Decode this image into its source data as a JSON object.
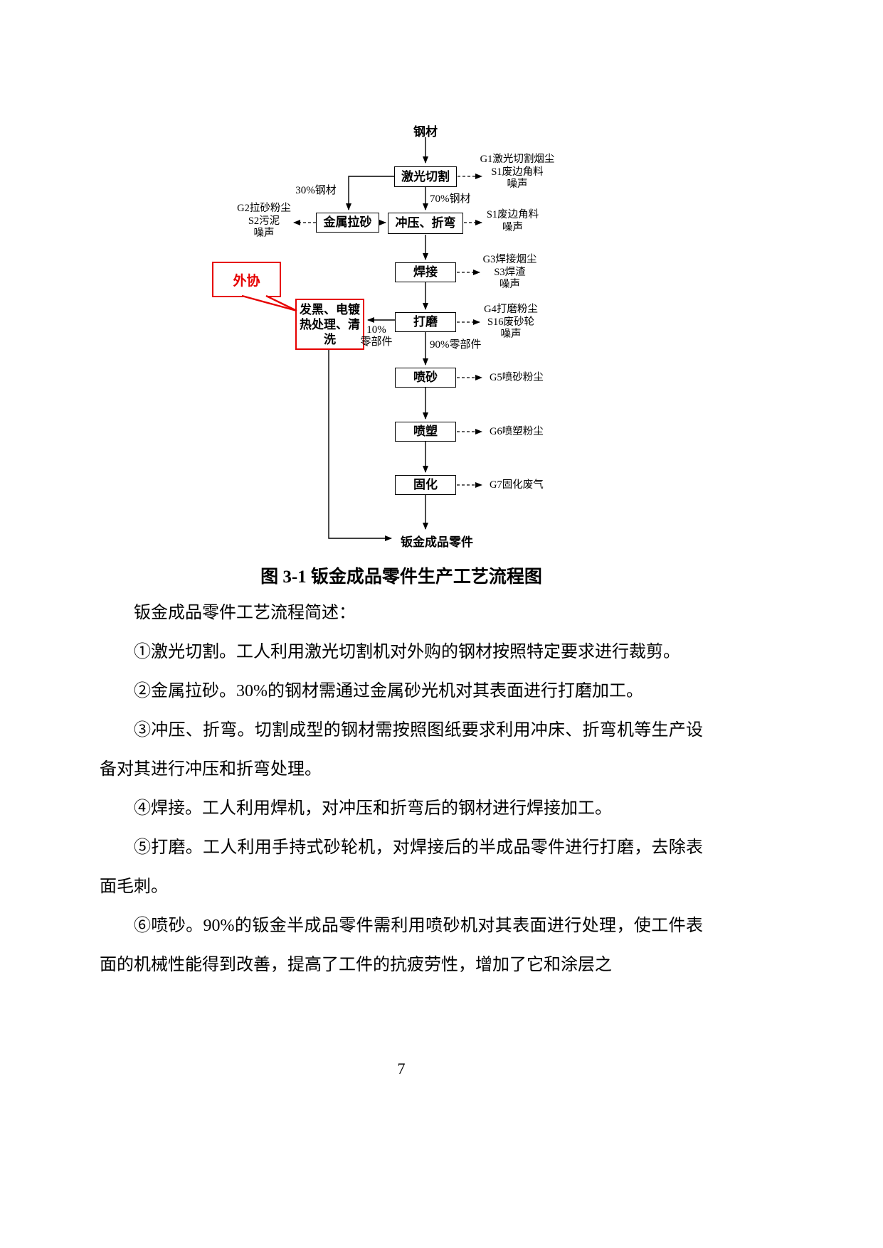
{
  "page": {
    "number": "7"
  },
  "colors": {
    "highlight_red": "#e60000"
  },
  "figure": {
    "caption": "图 3-1 钣金成品零件生产工艺流程图",
    "nodes": {
      "input": "钢材",
      "laser": "激光切割",
      "sanding": "金属拉砂",
      "stamping": "冲压、折弯",
      "welding": "焊接",
      "grinding": "打磨",
      "blasting": "喷砂",
      "coating": "喷塑",
      "curing": "固化",
      "outsourced_process": "发黑、电镀热处理、清洗",
      "outsourced_callout": "外协",
      "output": "钣金成品零件"
    },
    "edge_labels": {
      "steel30": "30%钢材",
      "steel70": "70%钢材",
      "parts10": [
        "10%",
        "零部件"
      ],
      "parts90": "90%零部件"
    },
    "emissions": {
      "laser": [
        "G1激光切割烟尘",
        "S1废边角料",
        "噪声"
      ],
      "sanding": [
        "G2拉砂粉尘",
        "S2污泥",
        "噪声"
      ],
      "stamping": [
        "S1废边角料",
        "噪声"
      ],
      "welding": [
        "G3焊接烟尘",
        "S3焊渣",
        "噪声"
      ],
      "grinding": [
        "G4打磨粉尘",
        "S16废砂轮",
        "噪声"
      ],
      "blasting": "G5喷砂粉尘",
      "coating": "G6喷塑粉尘",
      "curing": "G7固化废气"
    }
  },
  "body": {
    "intro": "钣金成品零件工艺流程简述：",
    "paragraphs": [
      "①激光切割。工人利用激光切割机对外购的钢材按照特定要求进行裁剪。",
      "②金属拉砂。30%的钢材需通过金属砂光机对其表面进行打磨加工。",
      "③冲压、折弯。切割成型的钢材需按照图纸要求利用冲床、折弯机等生产设备对其进行冲压和折弯处理。",
      "④焊接。工人利用焊机，对冲压和折弯后的钢材进行焊接加工。",
      "⑤打磨。工人利用手持式砂轮机，对焊接后的半成品零件进行打磨，去除表面毛刺。",
      "⑥喷砂。90%的钣金半成品零件需利用喷砂机对其表面进行处理，使工件表面的机械性能得到改善，提高了工件的抗疲劳性，增加了它和涂层之"
    ]
  }
}
